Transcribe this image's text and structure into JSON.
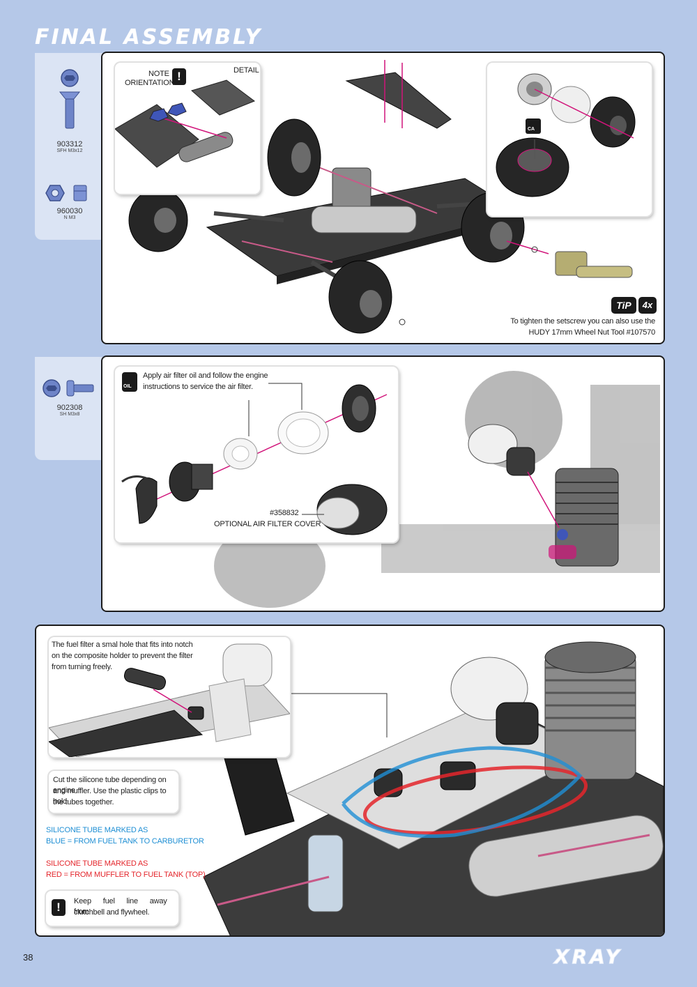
{
  "page": {
    "title": "FINAL ASSEMBLY",
    "page_number": "38",
    "brand": "XRAY"
  },
  "step1": {
    "parts": [
      {
        "code": "903312",
        "desc": "SFH M3x12"
      },
      {
        "code": "960030",
        "desc": "N M3"
      }
    ],
    "detail_label": "DETAIL",
    "note_label": "NOTE",
    "orientation_label": "ORIENTATION",
    "warn_symbol": "!",
    "ca_label": "CA",
    "tip_label": "TiP",
    "tip_count": "4x",
    "tip_text_line1": "To tighten the setscrew you can also use the",
    "tip_text_line2": "HUDY 17mm Wheel Nut Tool #107570"
  },
  "step2": {
    "parts": [
      {
        "code": "902308",
        "desc": "SH M3x8"
      }
    ],
    "oil_label": "OIL",
    "instruction_line1": "Apply air filter oil and follow the engine",
    "instruction_line2": "instructions to service the air filter.",
    "option_code": "#358832",
    "option_label": "OPTIONAL AIR FILTER COVER"
  },
  "step3": {
    "filter_note_line1": "The fuel filter a smal hole that fits into notch",
    "filter_note_line2": "on the composite holder to prevent the filter",
    "filter_note_line3": "from turning freely.",
    "tube_note_line1": "Cut the silicone tube depending on engine",
    "tube_note_line2": "and muffler. Use the plastic clips to hold",
    "tube_note_line3": "the tubes together.",
    "blue_line1": "SILICONE TUBE MARKED AS",
    "blue_line2": "BLUE = FROM FUEL TANK TO CARBURETOR",
    "red_line1": "SILICONE TUBE MARKED AS",
    "red_line2": "RED = FROM MUFFLER TO FUEL TANK (TOP)",
    "warn_symbol": "!",
    "warning_line1": "Keep fuel line away from",
    "warning_line2": "clutchbell and flywheel."
  },
  "colors": {
    "background": "#b5c8e8",
    "blue_tube": "#1f8fd4",
    "red_tube": "#e4262c"
  }
}
